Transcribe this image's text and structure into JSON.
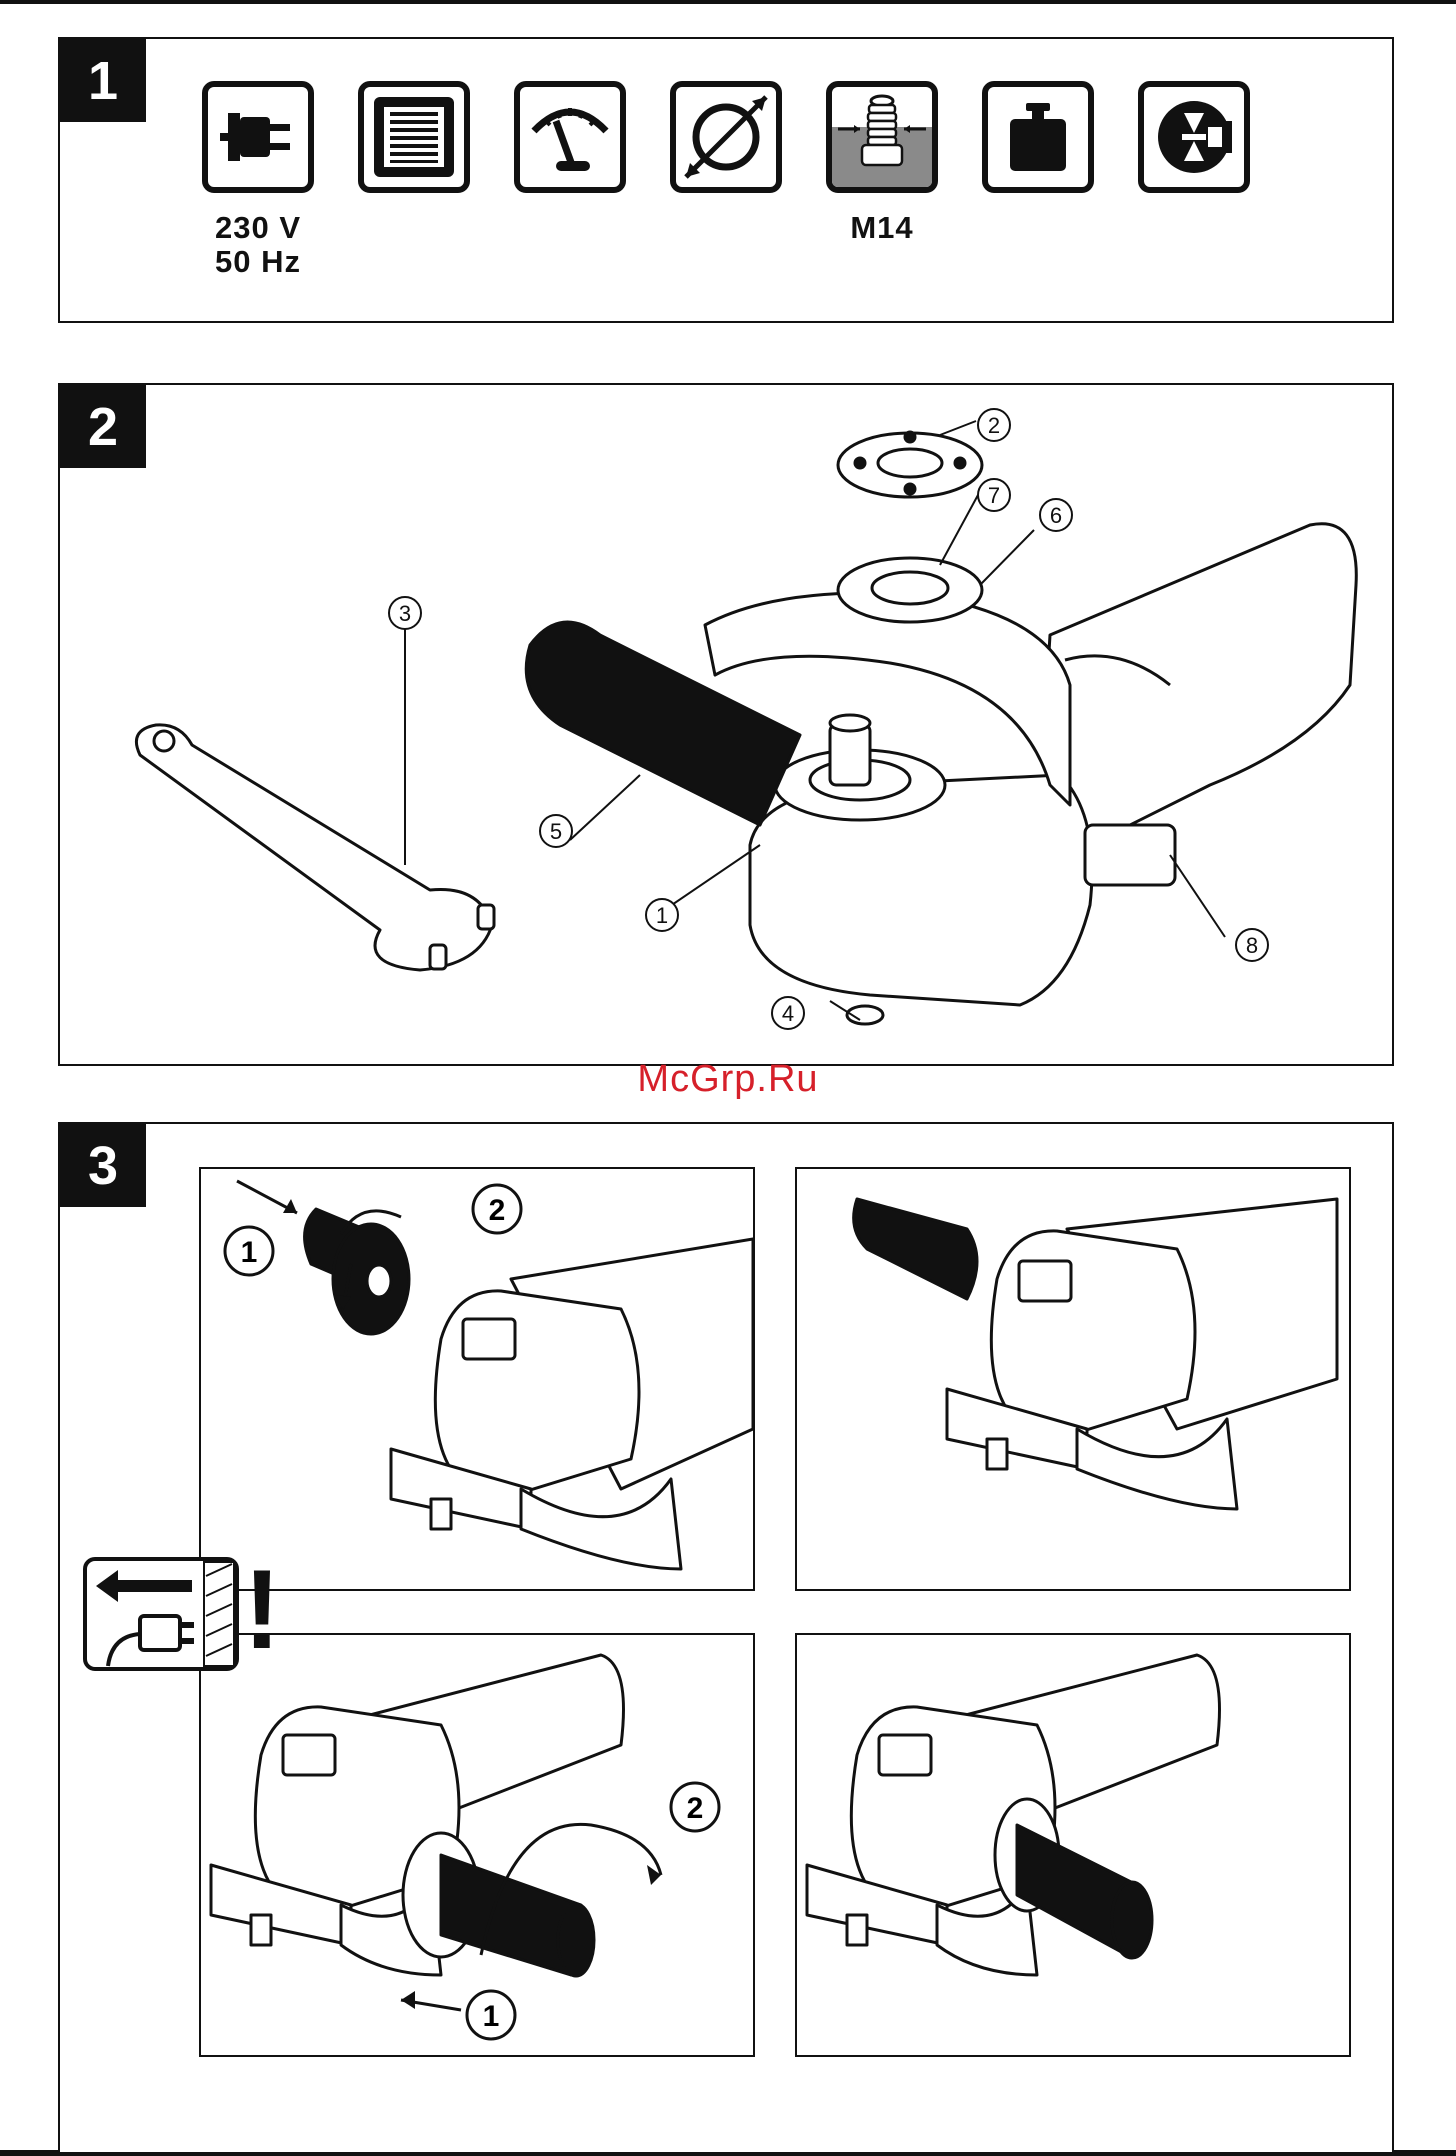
{
  "site_watermark": "McGrp.Ru",
  "figures": [
    {
      "number": "1"
    },
    {
      "number": "2"
    },
    {
      "number": "3"
    }
  ],
  "figure1": {
    "icons": [
      {
        "icon": "power-plug-icon",
        "label": "230 V\n50 Hz"
      },
      {
        "icon": "motor-coil-icon",
        "label": ""
      },
      {
        "icon": "speed-gauge-icon",
        "label": ""
      },
      {
        "icon": "disc-diameter-icon",
        "label": ""
      },
      {
        "icon": "spindle-thread-icon",
        "label": "M14"
      },
      {
        "icon": "weight-icon",
        "label": ""
      },
      {
        "icon": "protection-class-icon",
        "label": ""
      }
    ]
  },
  "figure2": {
    "callouts": [
      "1",
      "2",
      "3",
      "4",
      "5",
      "6",
      "7",
      "8"
    ]
  },
  "figure3": {
    "step_labels": {
      "panel1_step1": "1",
      "panel1_step2": "2",
      "panel3_step1": "1",
      "panel3_step2": "2"
    },
    "warning_mark": "!"
  },
  "colors": {
    "ink": "#111111",
    "watermark": "#d6202a",
    "thread_grey": "#8a8a8a"
  }
}
